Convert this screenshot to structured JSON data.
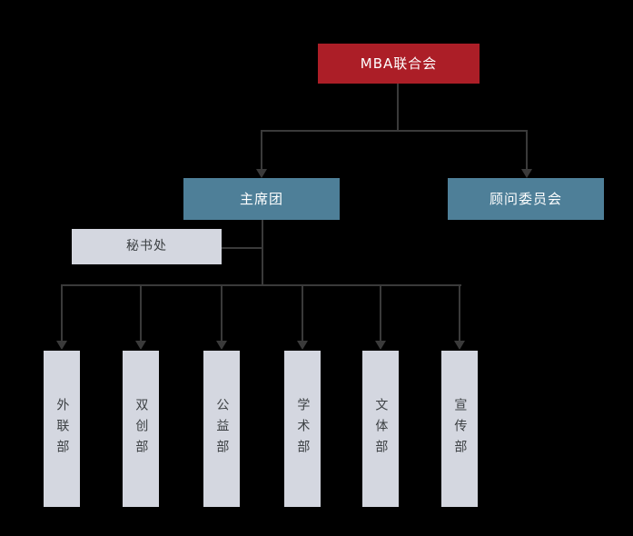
{
  "diagram": {
    "type": "org-chart",
    "background": "#000000",
    "line_color": "#3A3A3A",
    "nodes": {
      "root": {
        "id": "root",
        "label": "MBA联合会",
        "fill": "#AC1E27",
        "text_color": "#FFFFFF"
      },
      "presidium": {
        "id": "presidium",
        "label": "主席团",
        "fill": "#4E7F98",
        "text_color": "#FFFFFF"
      },
      "advisory": {
        "id": "advisory",
        "label": "顾问委员会",
        "fill": "#4E7F98",
        "text_color": "#FFFFFF"
      },
      "secretariat": {
        "id": "secretariat",
        "label": "秘书处",
        "fill": "#D4D7E0",
        "text_color": "#3C4043"
      },
      "departments": [
        {
          "id": "dept-1",
          "label": "外联部",
          "fill": "#D4D7E0",
          "text_color": "#3C4043"
        },
        {
          "id": "dept-2",
          "label": "双创部",
          "fill": "#D4D7E0",
          "text_color": "#3C4043"
        },
        {
          "id": "dept-3",
          "label": "公益部",
          "fill": "#D4D7E0",
          "text_color": "#3C4043"
        },
        {
          "id": "dept-4",
          "label": "学术部",
          "fill": "#D4D7E0",
          "text_color": "#3C4043"
        },
        {
          "id": "dept-5",
          "label": "文体部",
          "fill": "#D4D7E0",
          "text_color": "#3C4043"
        },
        {
          "id": "dept-6",
          "label": "宣传部",
          "fill": "#D4D7E0",
          "text_color": "#3C4043"
        }
      ]
    },
    "edges": [
      {
        "from": "root",
        "to": "presidium",
        "arrow": true
      },
      {
        "from": "root",
        "to": "advisory",
        "arrow": true
      },
      {
        "from": "presidium",
        "to": "secretariat",
        "arrow": false
      },
      {
        "from": "presidium",
        "to": "dept-1",
        "arrow": true
      },
      {
        "from": "presidium",
        "to": "dept-2",
        "arrow": true
      },
      {
        "from": "presidium",
        "to": "dept-3",
        "arrow": true
      },
      {
        "from": "presidium",
        "to": "dept-4",
        "arrow": true
      },
      {
        "from": "presidium",
        "to": "dept-5",
        "arrow": true
      },
      {
        "from": "presidium",
        "to": "dept-6",
        "arrow": true
      }
    ]
  }
}
